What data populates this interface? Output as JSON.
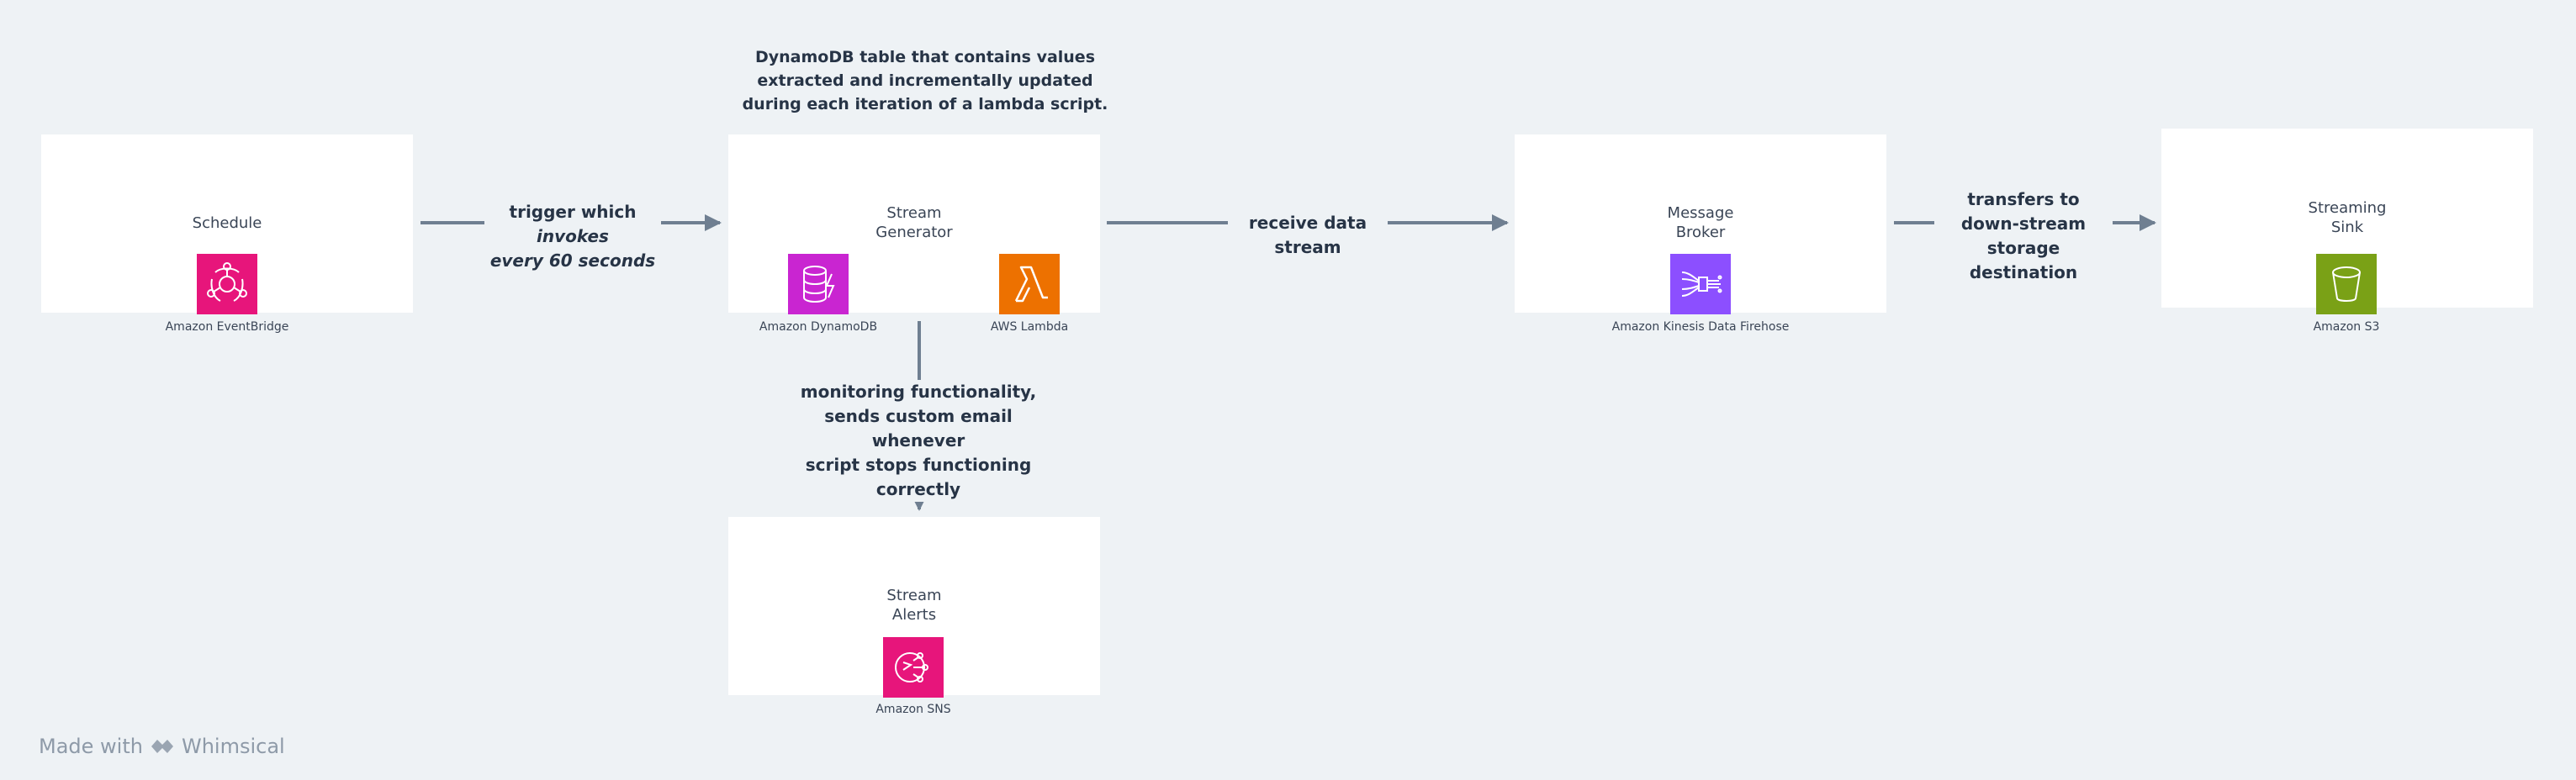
{
  "nodes": {
    "schedule": {
      "title": "Schedule",
      "service": "Amazon EventBridge",
      "color": "#e7157b"
    },
    "stream_generator": {
      "title_line1": "Stream",
      "title_line2": "Generator",
      "service_db": "Amazon DynamoDB",
      "color_db": "#c925d1",
      "service_lambda": "AWS Lambda",
      "color_lambda": "#ed7100"
    },
    "message_broker": {
      "title_line1": "Message",
      "title_line2": "Broker",
      "service": "Amazon Kinesis Data Firehose",
      "color": "#8c4fff"
    },
    "streaming_sink": {
      "title_line1": "Streaming",
      "title_line2": "Sink",
      "service": "Amazon S3",
      "color": "#7aa116"
    },
    "stream_alerts": {
      "title_line1": "Stream",
      "title_line2": "Alerts",
      "service": "Amazon SNS",
      "color": "#e7157b"
    }
  },
  "edges": {
    "trigger": {
      "line1_prefix": "trigger which ",
      "line1_em": "invokes",
      "line2": "every 60 seconds"
    },
    "receive": {
      "label": "receive data stream"
    },
    "transfer": {
      "line1": "transfers to",
      "line2": "down-stream storage",
      "line3": "destination"
    },
    "monitoring": {
      "line1": "monitoring functionality,",
      "line2": "sends custom email whenever",
      "line3": "script stops functioning correctly"
    }
  },
  "note": {
    "line1": "DynamoDB table that contains values",
    "line2": "extracted and incrementally updated",
    "line3": "during each iteration of a lambda script."
  },
  "footer": {
    "made_with": "Made with",
    "brand": "Whimsical"
  },
  "colors": {
    "connector": "#6f7f91",
    "background": "#eef2f5"
  }
}
